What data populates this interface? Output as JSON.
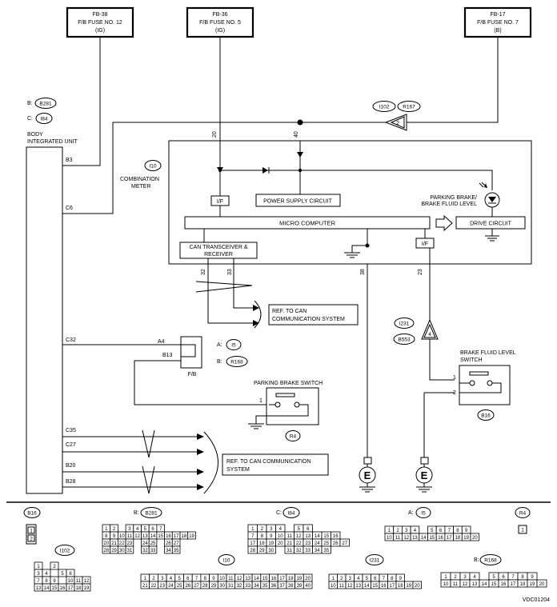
{
  "fuses": [
    {
      "id": "FB-38",
      "name": "F/B FUSE NO. 12",
      "type": "(IG)"
    },
    {
      "id": "FB-36",
      "name": "F/B FUSE NO. 5",
      "type": "(IG)"
    },
    {
      "id": "FB-17",
      "name": "F/B FUSE NO. 7",
      "type": "(B)"
    }
  ],
  "bcm": {
    "conn_b_label": "B:",
    "conn_b_ref": "B281",
    "conn_c_label": "C:",
    "conn_c_ref": "I84",
    "title_line1": "BODY",
    "title_line2": "INTEGRATED UNIT",
    "pins": [
      "B3",
      "C6",
      "C32",
      "C35",
      "C27",
      "B20",
      "B28"
    ]
  },
  "connector_i102_r167": {
    "left": "I102",
    "right": "R167",
    "pin": "2"
  },
  "meter": {
    "ref": "I10",
    "title_line1": "COMBINATION",
    "title_line2": "METER",
    "if_label": "I/F",
    "power_supply": "POWER SUPPLY CIRCUIT",
    "micro": "MICRO COMPUTER",
    "drive": "DRIVE CIRCUIT",
    "can_line1": "CAN TRANSCEIVER &",
    "can_line2": "RECEIVER",
    "lamp_line1": "PARKING BRAKE/",
    "lamp_line2": "BRAKE FLUID LEVEL",
    "pins": [
      "20",
      "40",
      "32",
      "33",
      "38",
      "23"
    ]
  },
  "can_ref_1": {
    "line1": "REF. TO CAN",
    "line2": "COMMUNICATION SYSTEM"
  },
  "fb_junction": {
    "pin_a": "A4",
    "pin_b": "B13",
    "a_label": "A:",
    "a_ref": "I5",
    "b_label": "B:",
    "b_ref": "R168",
    "caption": "F/B"
  },
  "parking_switch": {
    "title": "PARKING BRAKE SWITCH",
    "pin": "1",
    "ref": "R4"
  },
  "can_ref_2": {
    "line1": "REF. TO CAN COMMUNICATION",
    "line2": "SYSTEM"
  },
  "i231_b553": {
    "top": "I231",
    "bottom": "B553",
    "pin": "4"
  },
  "brake_fluid_switch": {
    "title_line1": "BRAKE FLUID LEVEL",
    "title_line2": "SWITCH",
    "pin1": "1",
    "pin2": "2",
    "ref": "B16"
  },
  "ground_label": "E",
  "connectors": {
    "b16": {
      "ref": "B16",
      "rows": [
        [
          "1"
        ],
        [
          "2"
        ]
      ]
    },
    "b281": {
      "label": "B:",
      "ref": "B281",
      "rows": [
        [
          "1",
          "2",
          "",
          "3",
          "4",
          "5",
          "6",
          "7"
        ],
        [
          "8",
          "9",
          "10",
          "11",
          "12",
          "13",
          "14",
          "15",
          "16",
          "17",
          "18",
          "19"
        ],
        [
          "20",
          "21",
          "22",
          "23",
          "",
          "24",
          "25",
          "",
          "26",
          "27"
        ],
        [
          "28",
          "29",
          "30",
          "31",
          "",
          "32",
          "33",
          "",
          "34",
          "35"
        ]
      ]
    },
    "i84": {
      "label": "C:",
      "ref": "I84",
      "rows": [
        [
          "1",
          "2",
          "3",
          "4",
          "",
          "5",
          "6"
        ],
        [
          "7",
          "8",
          "9",
          "10",
          "11",
          "12",
          "13",
          "14",
          "15",
          "16"
        ],
        [
          "17",
          "18",
          "19",
          "20",
          "21",
          "22",
          "23",
          "24",
          "25",
          "26",
          "27"
        ],
        [
          "28",
          "29",
          "30",
          "",
          "31",
          "32",
          "33",
          "34",
          "35"
        ]
      ]
    },
    "i5": {
      "label": "A:",
      "ref": "I5",
      "rows": [
        [
          "1",
          "2",
          "3",
          "4",
          "",
          "5",
          "6",
          "7",
          "8",
          "9"
        ],
        [
          "10",
          "11",
          "12",
          "13",
          "14",
          "15",
          "16",
          "17",
          "18",
          "19",
          "20"
        ]
      ]
    },
    "r4": {
      "ref": "R4",
      "rows": [
        [
          "1"
        ]
      ]
    },
    "i102": {
      "ref": "I102",
      "rows": [
        [
          "1",
          "",
          "2"
        ],
        [
          "3",
          "4",
          "",
          "5",
          "6"
        ],
        [
          "7",
          "8",
          "9",
          "",
          "10",
          "11",
          "12"
        ],
        [
          "13",
          "14",
          "15",
          "16",
          "17",
          "18",
          "19"
        ]
      ]
    },
    "i10": {
      "ref": "I10",
      "rows": [
        [
          "1",
          "2",
          "3",
          "4",
          "5",
          "6",
          "7",
          "8",
          "9",
          "10",
          "11",
          "12",
          "13",
          "14",
          "15",
          "16",
          "17",
          "18",
          "19",
          "20"
        ],
        [
          "21",
          "22",
          "23",
          "24",
          "25",
          "26",
          "27",
          "28",
          "29",
          "30",
          "31",
          "32",
          "33",
          "34",
          "35",
          "36",
          "37",
          "38",
          "39",
          "40"
        ]
      ]
    },
    "i231": {
      "ref": "I231",
      "rows": [
        [
          "1",
          "2",
          "3",
          "4",
          "5",
          "6",
          "7",
          "8",
          "9"
        ],
        [
          "10",
          "11",
          "12",
          "13",
          "14",
          "15",
          "16",
          "17",
          "18",
          "19",
          "20"
        ]
      ]
    },
    "r168": {
      "label": "B:",
      "ref": "R168",
      "rows": [
        [
          "1",
          "2",
          "3",
          "4",
          "",
          "5",
          "6",
          "7",
          "8",
          "9"
        ],
        [
          "10",
          "11",
          "12",
          "13",
          "14",
          "15",
          "16",
          "17",
          "18",
          "19",
          "20"
        ]
      ]
    }
  },
  "doc_id": "VDC01204"
}
